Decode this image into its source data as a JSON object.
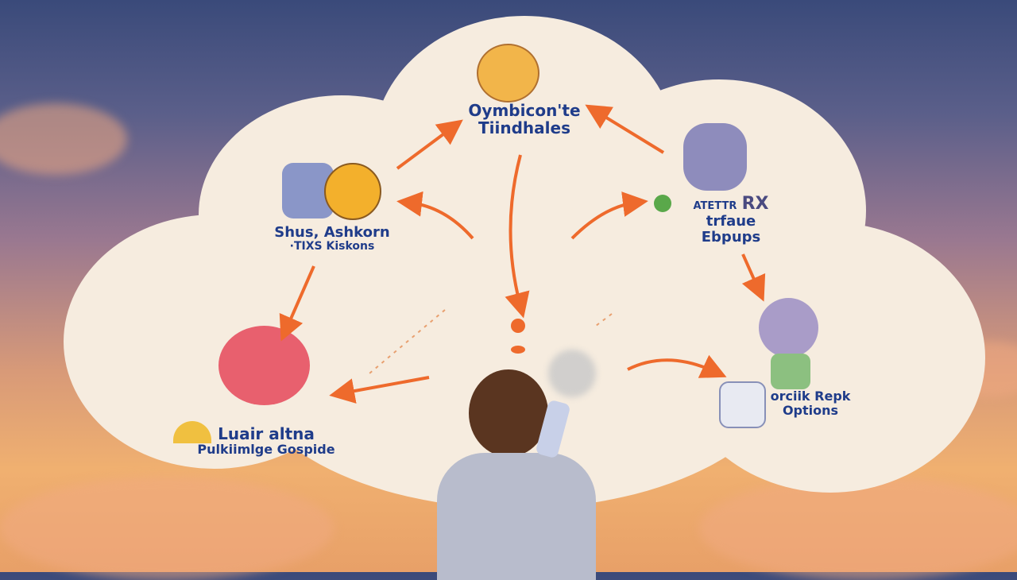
{
  "scene": {
    "description": "Thought-cloud illustration: a person using an inhaler with arrows to cartoon characters representing options",
    "colors": {
      "cloud": "#f6ecdf",
      "text": "#1f3c8a",
      "arrow": "#ee6a2c",
      "sky_top": "#3a4a7a",
      "sky_bottom": "#f0b070"
    }
  },
  "labels": {
    "top": {
      "line1": "Oymbicon'te",
      "line2": "Tiindhales"
    },
    "left": {
      "line1": "Shus, Ashkorn",
      "line2": "·TIXS Kiskons"
    },
    "right_top": {
      "line1": "ATETTR",
      "badge": "RX",
      "line2": "trfaue",
      "line3": "Ebpups"
    },
    "bottom_left": {
      "line1": "Luair altna",
      "line2": "Pulkiimlge Gospide"
    },
    "bottom_right": {
      "line1": "orciik Repk",
      "line2": "Options"
    }
  }
}
